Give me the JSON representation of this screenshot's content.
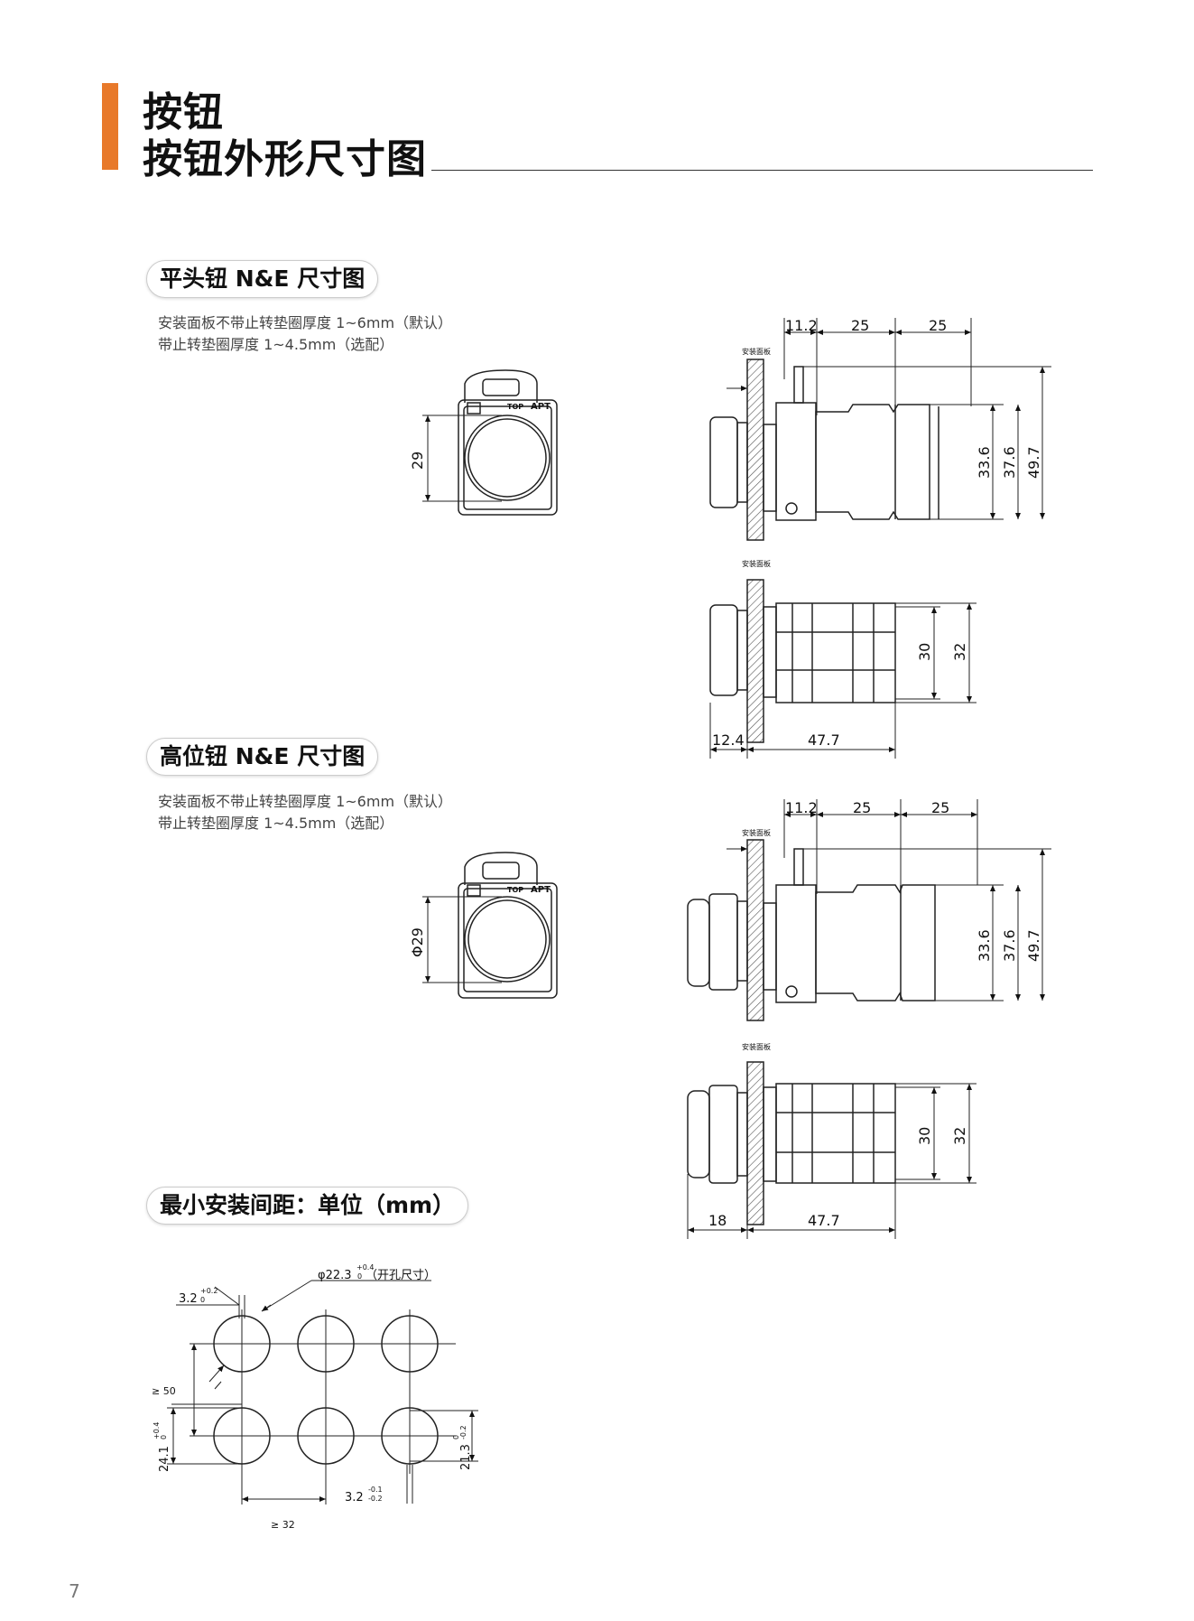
{
  "header": {
    "title_line1": "按钮",
    "title_line2": "按钮外形尺寸图"
  },
  "colors": {
    "accent": "#E8792A"
  },
  "section1": {
    "heading": "平头钮 N&E 尺寸图",
    "note_line1": "安装面板不带止转垫圈厚度 1~6mm（默认）",
    "note_line2": "带止转垫圈厚度 1~4.5mm（选配）",
    "front": {
      "brand": "APT",
      "top_label": "TOP",
      "height_dim": "29"
    },
    "side": {
      "panel_label": "安装面板",
      "dim_a": "11.2",
      "dim_b": "25",
      "dim_c": "25",
      "h1": "33.6",
      "h2": "37.6",
      "h3": "49.7"
    },
    "top": {
      "panel_label": "安装面板",
      "h1": "30",
      "h2": "32",
      "len_front": "12.4",
      "len_body": "47.7"
    }
  },
  "section2": {
    "heading": "高位钮 N&E 尺寸图",
    "note_line1": "安装面板不带止转垫圈厚度 1~6mm（默认）",
    "note_line2": "带止转垫圈厚度 1~4.5mm（选配）",
    "front": {
      "brand": "APT",
      "top_label": "TOP",
      "height_dim": "Φ29"
    },
    "side": {
      "panel_label": "安装面板",
      "dim_a": "11.2",
      "dim_b": "25",
      "dim_c": "25",
      "h1": "33.6",
      "h2": "37.6",
      "h3": "49.7"
    },
    "top": {
      "panel_label": "安装面板",
      "h1": "30",
      "h2": "32",
      "len_front": "18",
      "len_body": "47.7"
    }
  },
  "section3": {
    "heading": "最小安装间距：单位（mm）",
    "hole_label": "φ22.3",
    "hole_tol_upper": "+0.4",
    "hole_tol_lower": "0",
    "hole_note": "（开孔尺寸）",
    "notch_label": "3.2",
    "notch_tol_upper": "+0.2",
    "notch_tol_lower": "0",
    "vspacing": "≥ 50",
    "hspacing": "≥ 32",
    "left_height": "24.1",
    "left_tol_upper": "+0.4",
    "left_tol_lower": "0",
    "right_height": "21.3",
    "right_tol_upper": "0",
    "right_tol_lower": "-0.2",
    "bottom_notch": "3.2",
    "bottom_tol_upper": "-0.1",
    "bottom_tol_lower": "-0.2"
  },
  "footer": {
    "page_number": "7"
  }
}
